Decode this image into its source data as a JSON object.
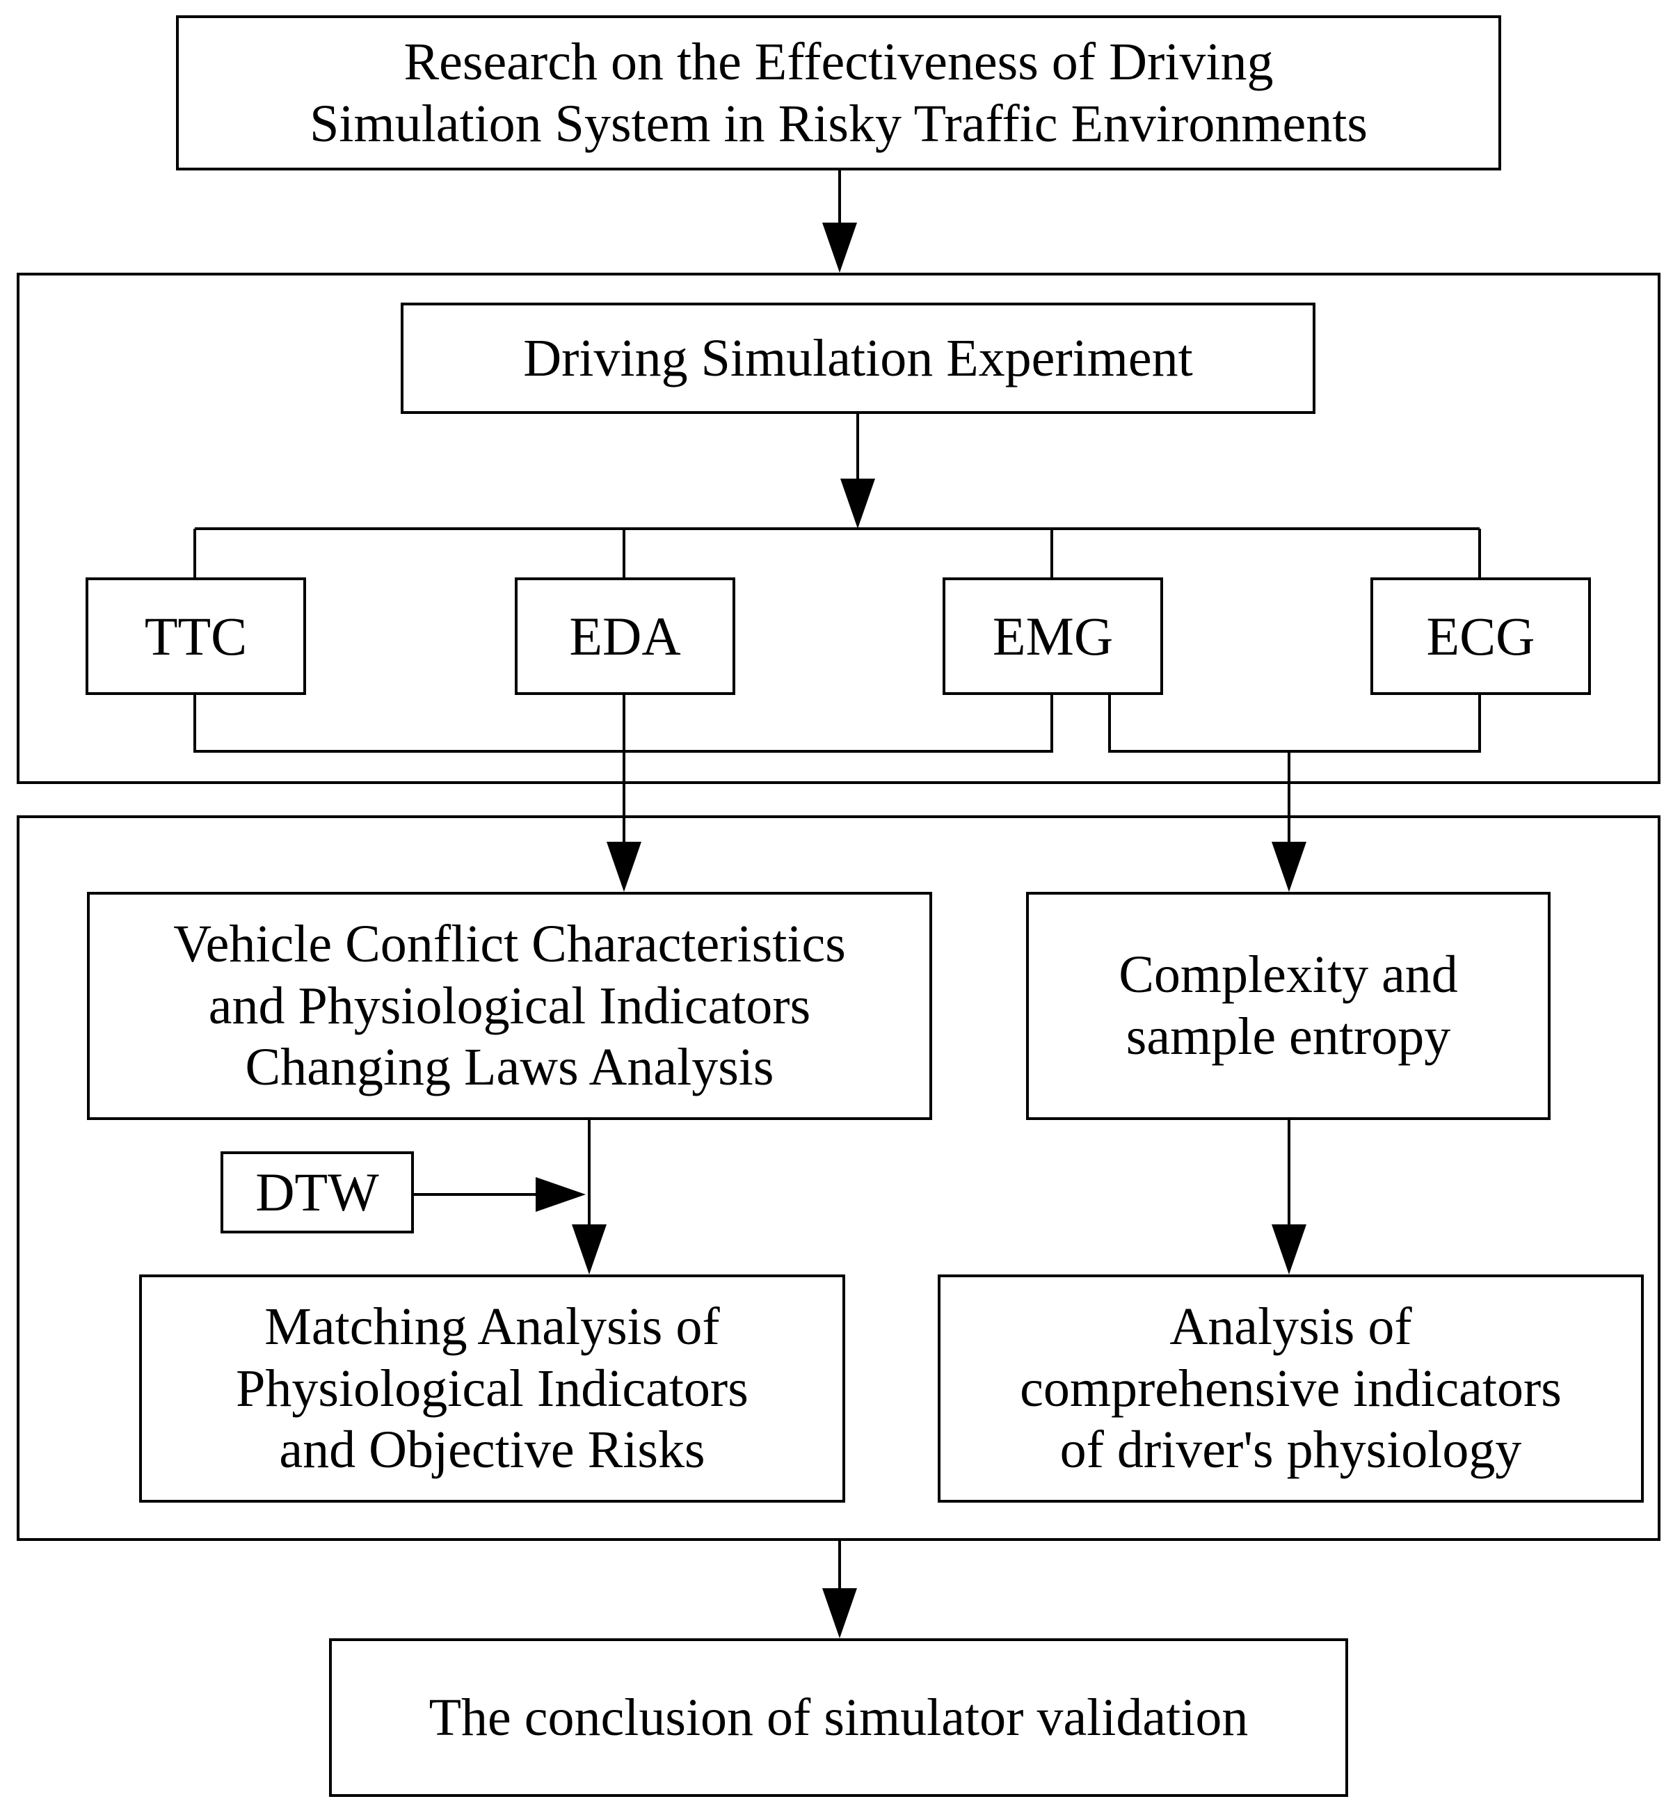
{
  "diagram": {
    "title_box": "Research on the Effectiveness of Driving\nSimulation System in Risky Traffic Environments",
    "experiment_box": "Driving Simulation Experiment",
    "indicators": [
      "TTC",
      "EDA",
      "EMG",
      "ECG"
    ],
    "conflict_analysis_box": "Vehicle Conflict Characteristics\nand Physiological Indicators\nChanging Laws Analysis",
    "complexity_box": "Complexity and\nsample entropy",
    "dtw_box": "DTW",
    "matching_box": "Matching Analysis of\nPhysiological Indicators\nand Objective Risks",
    "comprehensive_box": "Analysis of\ncomprehensive indicators\nof driver's physiology",
    "conclusion_box": "The conclusion of simulator validation"
  }
}
